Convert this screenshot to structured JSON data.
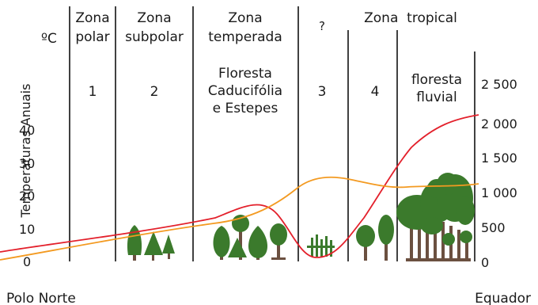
{
  "unit_left": "ºC",
  "left_axis_title": "Temperaturas Anuais",
  "zones": [
    {
      "header": [
        "Zona",
        "polar"
      ],
      "number": "1"
    },
    {
      "header": [
        "Zona",
        "subpolar"
      ],
      "number": "2"
    },
    {
      "header": [
        "Zona",
        "temperada"
      ],
      "body": [
        "Floresta",
        "Caducifólia",
        "e Estepes"
      ]
    },
    {
      "header": [
        "?"
      ],
      "number": "3"
    },
    {
      "header": [
        "Zona  tropical"
      ],
      "number": "4"
    },
    {
      "body": [
        "floresta",
        "fluvial"
      ]
    }
  ],
  "left_ticks": [
    "40",
    "30",
    "20",
    "10",
    "0"
  ],
  "right_ticks": [
    "2 500",
    "2 000",
    "1 500",
    "1 000",
    "500",
    "0"
  ],
  "bottom_left": "Polo Norte",
  "bottom_right": "Equador",
  "colors": {
    "temperature_curve": "#f39a21",
    "precipitation_curve": "#e3202b",
    "vegetation": "#3b7a2c",
    "trunk": "#6b5040"
  }
}
